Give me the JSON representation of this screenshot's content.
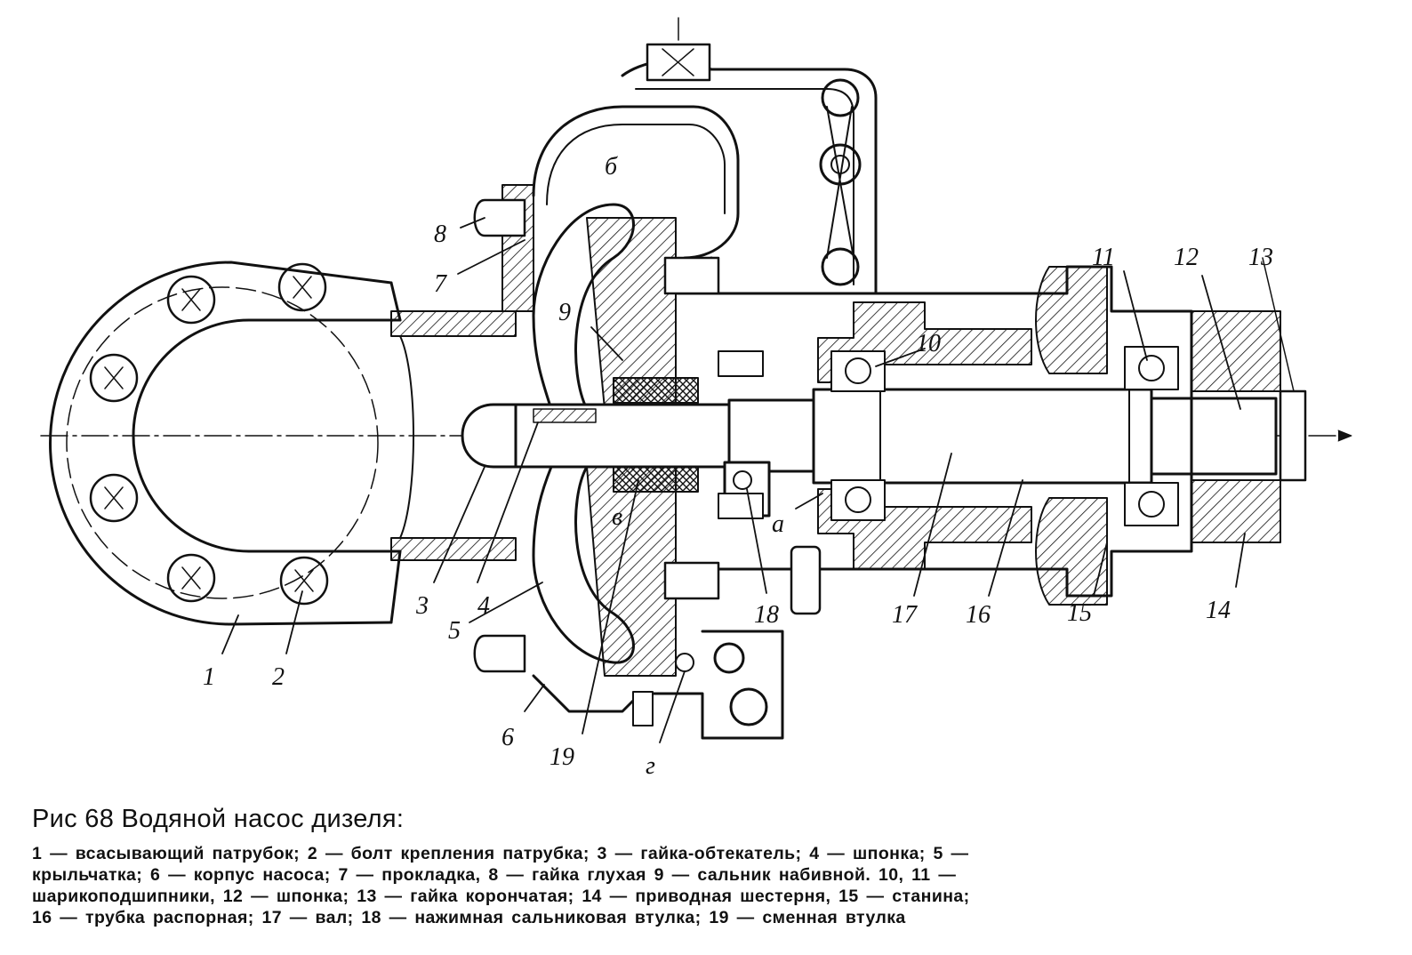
{
  "figure": {
    "caption_title": "Рис 68 Водяной насос дизеля:",
    "legend_lines": [
      "1 — всасывающий патрубок; 2 — болт крепления патрубка; 3 — гайка-обтекатель; 4 — шпонка; 5 —",
      "крыльчатка; 6 — корпус насоса; 7 — прокладка, 8 — гайка глухая 9 — сальник набивной. 10, 11 —",
      "шарикоподшипники, 12 — шпонка; 13 — гайка корончатая; 14 — приводная шестерня, 15 — станина;",
      "16 — трубка распорная; 17 — вал; 18 — нажимная сальниковая втулка; 19 — сменная втулка"
    ]
  },
  "labels": {
    "l1": "1",
    "l2": "2",
    "l3": "3",
    "l4": "4",
    "l5": "5",
    "l6": "6",
    "l7": "7",
    "l8": "8",
    "l9": "9",
    "l10": "10",
    "l11": "11",
    "l12": "12",
    "l13": "13",
    "l14": "14",
    "l15": "15",
    "l16": "16",
    "l17": "17",
    "l18": "18",
    "l19": "19",
    "la": "а",
    "lb": "б",
    "lv": "в",
    "lg": "г"
  }
}
